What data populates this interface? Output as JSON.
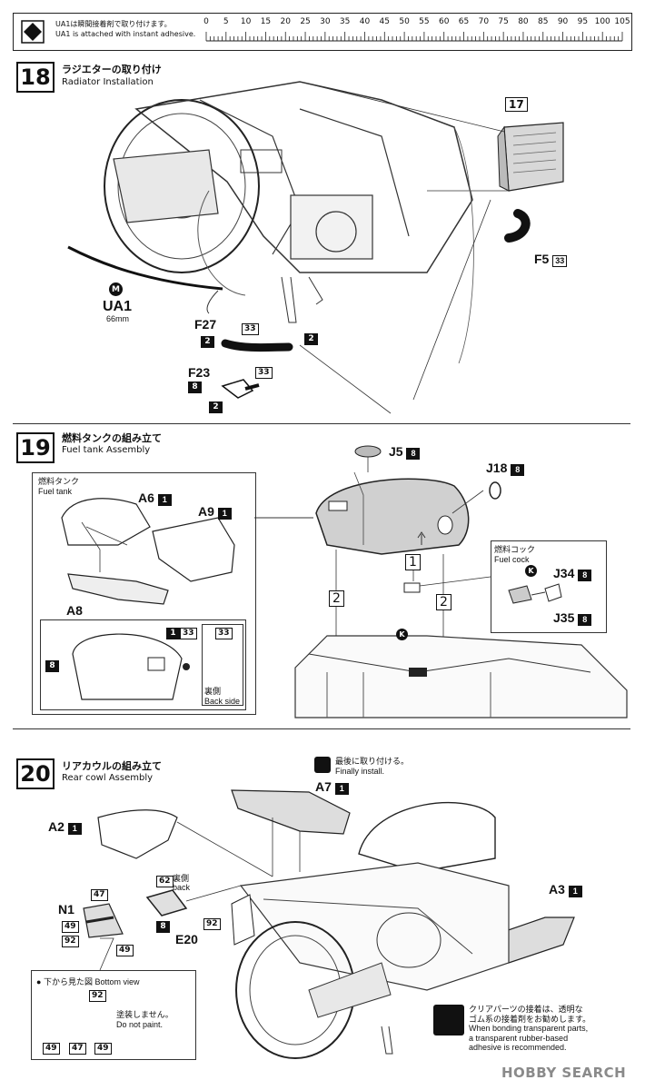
{
  "ruler": {
    "note_jp": "UA1は瞬間接着剤で取り付けます。",
    "note_en": "UA1 is attached with instant adhesive.",
    "ticks": [
      "0",
      "5",
      "10",
      "15",
      "20",
      "25",
      "30",
      "35",
      "40",
      "45",
      "50",
      "55",
      "60",
      "65",
      "70",
      "75",
      "80",
      "85",
      "90",
      "95",
      "100",
      "105"
    ]
  },
  "step18": {
    "number": "18",
    "title_jp": "ラジエターの取り付け",
    "title_en": "Radiator Installation",
    "labels": {
      "p17": "17",
      "f5": "F5",
      "f5_qty": "33",
      "m": "M",
      "ua1": "UA1",
      "ua1_len": "66mm",
      "f27": "F27",
      "f27_qty": "33",
      "f27_pre": "2",
      "f27_right": "2",
      "f23": "F23",
      "f23_qty": "33",
      "f23_pre": "8",
      "f23_below": "2"
    }
  },
  "step19": {
    "number": "19",
    "title_jp": "燃料タンクの組み立て",
    "title_en": "Fuel tank Assembly",
    "tank_jp": "燃料タンク",
    "tank_en": "Fuel tank",
    "a6": "A6",
    "a6_qty": "1",
    "a9": "A9",
    "a9_qty": "1",
    "a8": "A8",
    "inset_left_qty": "8",
    "inset_qty1": "1",
    "inset_qty2": "33",
    "inset_back_qty": "33",
    "back_jp": "裏側",
    "back_en": "Back side",
    "j5": "J5",
    "j5_qty": "8",
    "j18": "J18",
    "j18_qty": "8",
    "box1": "1",
    "box2a": "2",
    "box2b": "2",
    "k1": "K",
    "cock_jp": "燃料コック",
    "cock_en": "Fuel cock",
    "k2": "K",
    "j34": "J34",
    "j34_qty": "8",
    "j35": "J35",
    "j35_qty": "8"
  },
  "step20": {
    "number": "20",
    "title_jp": "リアカウルの組み立て",
    "title_en": "Rear cowl Assembly",
    "finally_jp": "最後に取り付ける。",
    "finally_en": "Finally install.",
    "a7": "A7",
    "a7_qty": "1",
    "a2": "A2",
    "a2_qty": "1",
    "a3": "A3",
    "a3_qty": "1",
    "e20_back_qty": "62",
    "e20_back_jp": "裏側",
    "e20_back_en": "back",
    "e20_left": "8",
    "e20_right": "92",
    "e20": "E20",
    "n1": "N1",
    "n1_qty_top": "47",
    "n1_qty_l1": "49",
    "n1_qty_l2": "92",
    "n1_qty_r": "49",
    "bottom_jp": "下から見た図",
    "bottom_en": "Bottom view",
    "bv_top": "92",
    "bv_q1": "49",
    "bv_q2": "47",
    "bv_q3": "49",
    "nopaint_jp": "塗装しません。",
    "nopaint_en": "Do not paint.",
    "clear_jp1": "クリアパーツの接着は、透明な",
    "clear_jp2": "ゴム系の接着剤をお勧めします。",
    "clear_en1": "When bonding transparent parts,",
    "clear_en2": "a transparent rubber-based",
    "clear_en3": "adhesive is recommended."
  },
  "watermark": "HOBBY SEARCH"
}
